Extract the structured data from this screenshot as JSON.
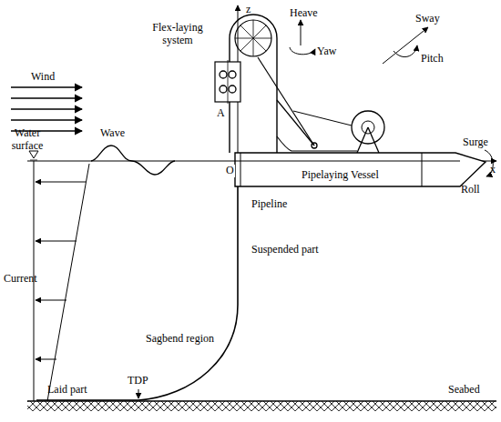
{
  "diagram": {
    "labels": [
      "Wind",
      "z",
      "Heave",
      "Flex-laying system",
      "Yaw",
      "Sway",
      "Pitch",
      "A",
      "Water surface",
      "Wave",
      "Surge",
      "O",
      "x",
      "Roll",
      "Pipelaying Vessel",
      "Pipeline",
      "Suspended part",
      "Current",
      "Sagbend region",
      "TDP",
      "Laid part",
      "Seabed"
    ]
  }
}
